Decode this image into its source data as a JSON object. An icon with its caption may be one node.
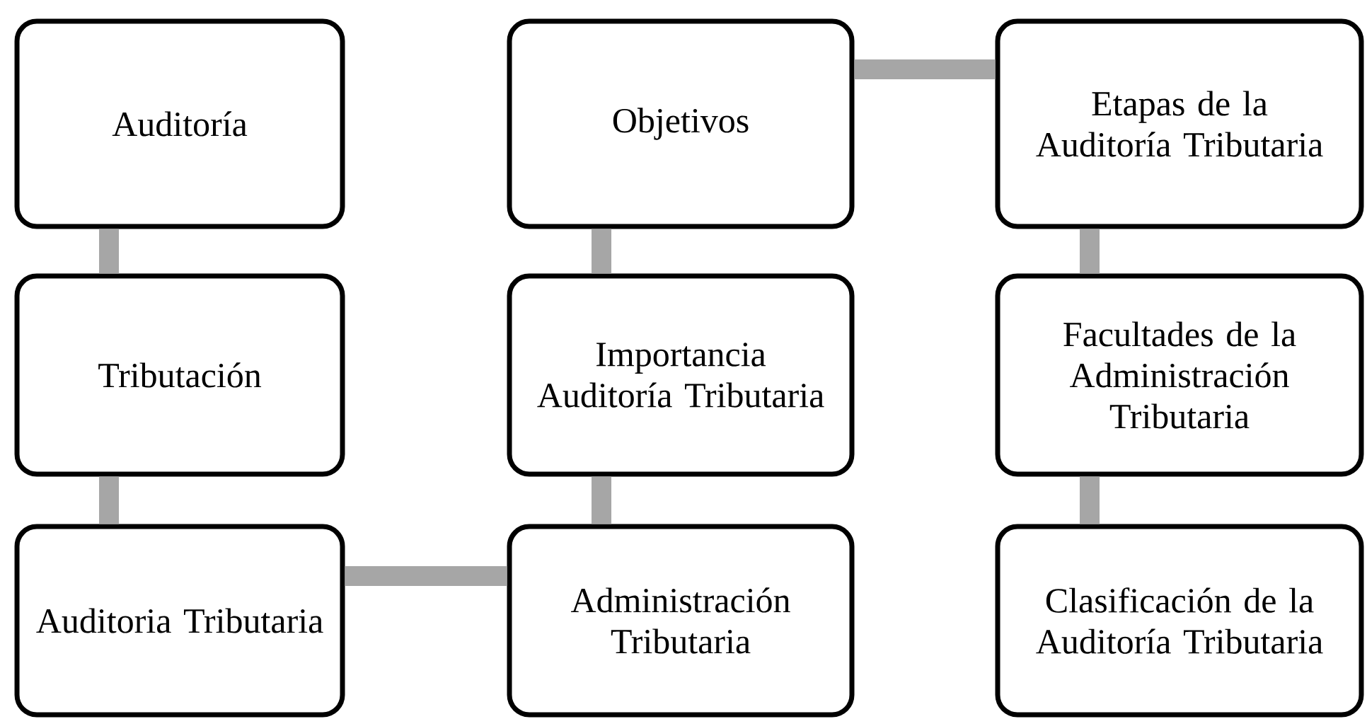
{
  "diagram": {
    "nodes": [
      {
        "text": [
          "Auditoría"
        ]
      },
      {
        "text": [
          "Tributación"
        ]
      },
      {
        "text": [
          "Auditoria Tributaria"
        ]
      },
      {
        "text": [
          "Administración Tributaria"
        ]
      },
      {
        "text": [
          "Importancia Auditoría Tributaria"
        ]
      },
      {
        "text": [
          "Objetivos"
        ]
      },
      {
        "text": [
          "Etapas de la Auditoría Tributaria"
        ]
      },
      {
        "text": [
          "Facultades de la Administración Tributaria"
        ]
      },
      {
        "text": [
          "Clasificación de la Auditoría Tributaria"
        ]
      }
    ],
    "edges": [
      {
        "from": 0,
        "to": 1,
        "arrow": "none"
      },
      {
        "from": 1,
        "to": 2,
        "arrow": "none"
      },
      {
        "from": 2,
        "to": 3,
        "arrow": "none"
      },
      {
        "from": 3,
        "to": 4,
        "arrow": "none"
      },
      {
        "from": 4,
        "to": 5,
        "arrow": "none"
      },
      {
        "from": 5,
        "to": 6,
        "arrow": "none"
      },
      {
        "from": 6,
        "to": 7,
        "arrow": "none"
      },
      {
        "from": 7,
        "to": 8,
        "arrow": "none"
      }
    ]
  }
}
